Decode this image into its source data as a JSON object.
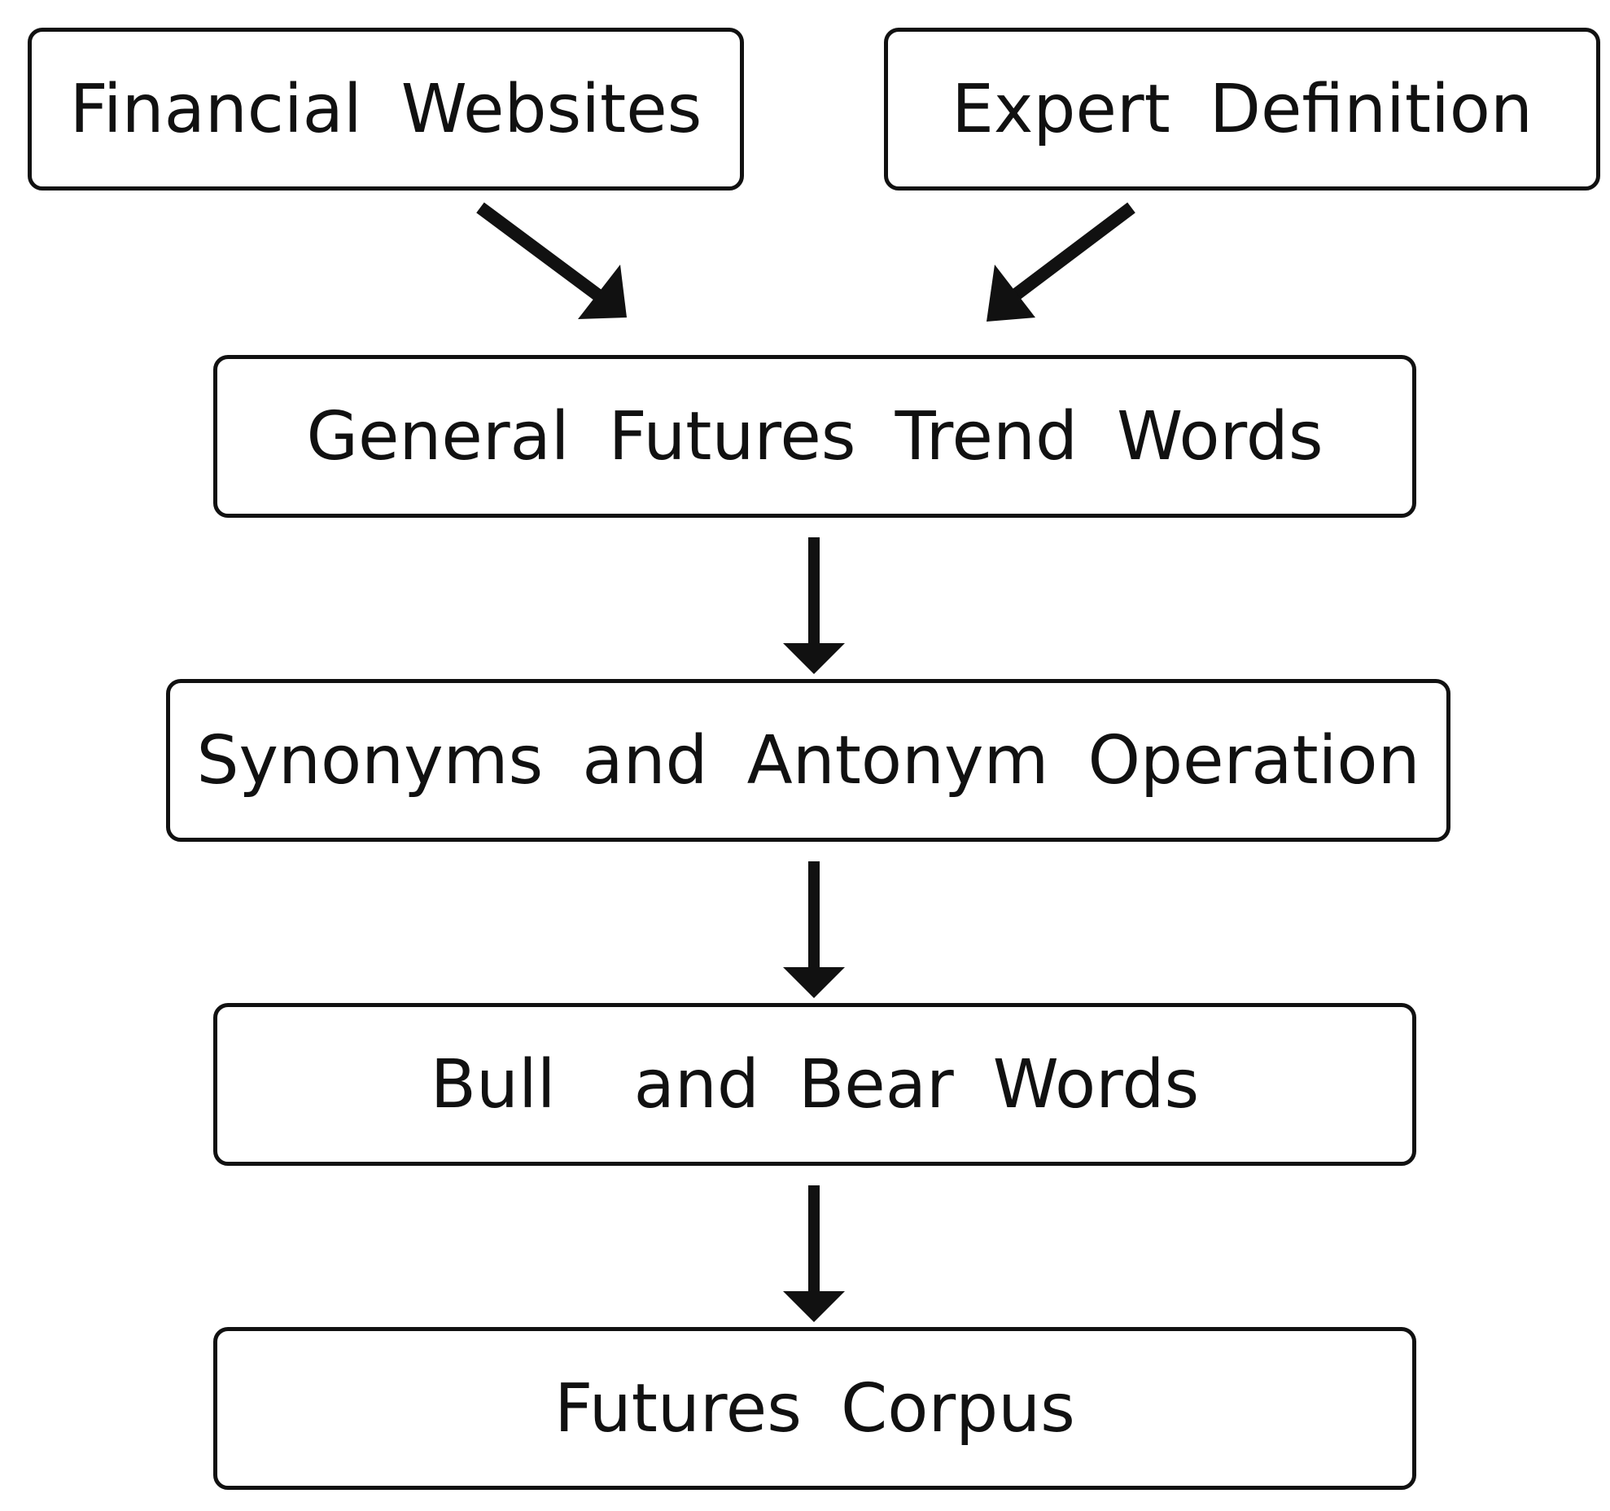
{
  "nodes": {
    "financial_websites": "Financial Websites",
    "expert_definition": "Expert Definition",
    "general_futures_trend_words": "General Futures Trend Words",
    "synonyms_antonym_operation": "Synonyms and Antonym Operation",
    "bull_bear_words": "Bull  and Bear Words",
    "futures_corpus": "Futures Corpus"
  },
  "edges": [
    {
      "from": "financial_websites",
      "to": "general_futures_trend_words"
    },
    {
      "from": "expert_definition",
      "to": "general_futures_trend_words"
    },
    {
      "from": "general_futures_trend_words",
      "to": "synonyms_antonym_operation"
    },
    {
      "from": "synonyms_antonym_operation",
      "to": "bull_bear_words"
    },
    {
      "from": "bull_bear_words",
      "to": "futures_corpus"
    }
  ],
  "colors": {
    "stroke": "#111111",
    "background": "#ffffff"
  }
}
